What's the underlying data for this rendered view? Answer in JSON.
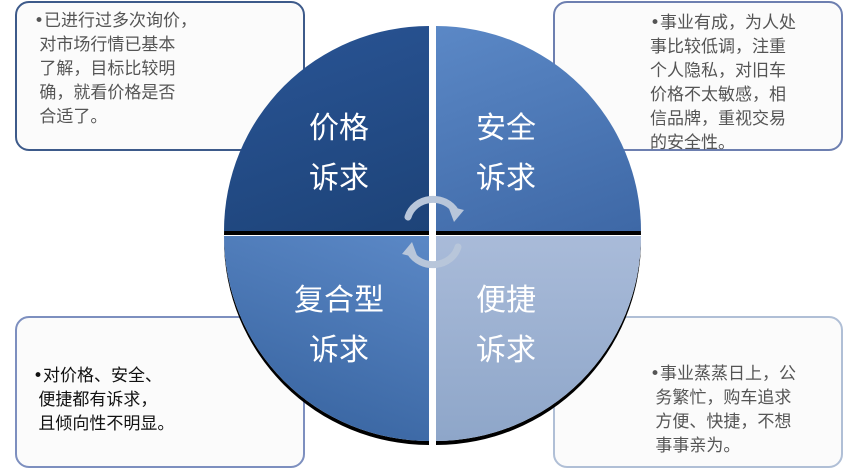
{
  "diagram": {
    "title": "",
    "quadrants": [
      {
        "id": "tl",
        "label": "价格\n诉求",
        "color": "#234b87"
      },
      {
        "id": "tr",
        "label": "安全\n诉求",
        "color": "#4b77b6"
      },
      {
        "id": "bl",
        "label": "复合型\n诉求",
        "color": "#4674b2"
      },
      {
        "id": "br",
        "label": "便捷\n诉求",
        "color": "#9fb3d4"
      }
    ],
    "descriptions": [
      {
        "id": "tl",
        "text": "•已进行过多次询价，\n 对市场行情已基本\n 了解，目标比较明\n 确，就看价格是否\n 合适了。"
      },
      {
        "id": "tr",
        "text": "•事业有成，为人处\n事比较低调，注重\n个人隐私，对旧车\n价格不太敏感，相\n信品牌，重视交易\n的安全性。"
      },
      {
        "id": "bl",
        "text": "•对价格、安全、\n 便捷都有诉求，\n 且倾向性不明显。"
      },
      {
        "id": "br",
        "text": "•事业蒸蒸日上，公\n 务繁忙，购车追求\n 方便、快捷，不想\n 事事亲为。"
      }
    ],
    "icons": {
      "center": "circular-arrows-icon"
    }
  }
}
